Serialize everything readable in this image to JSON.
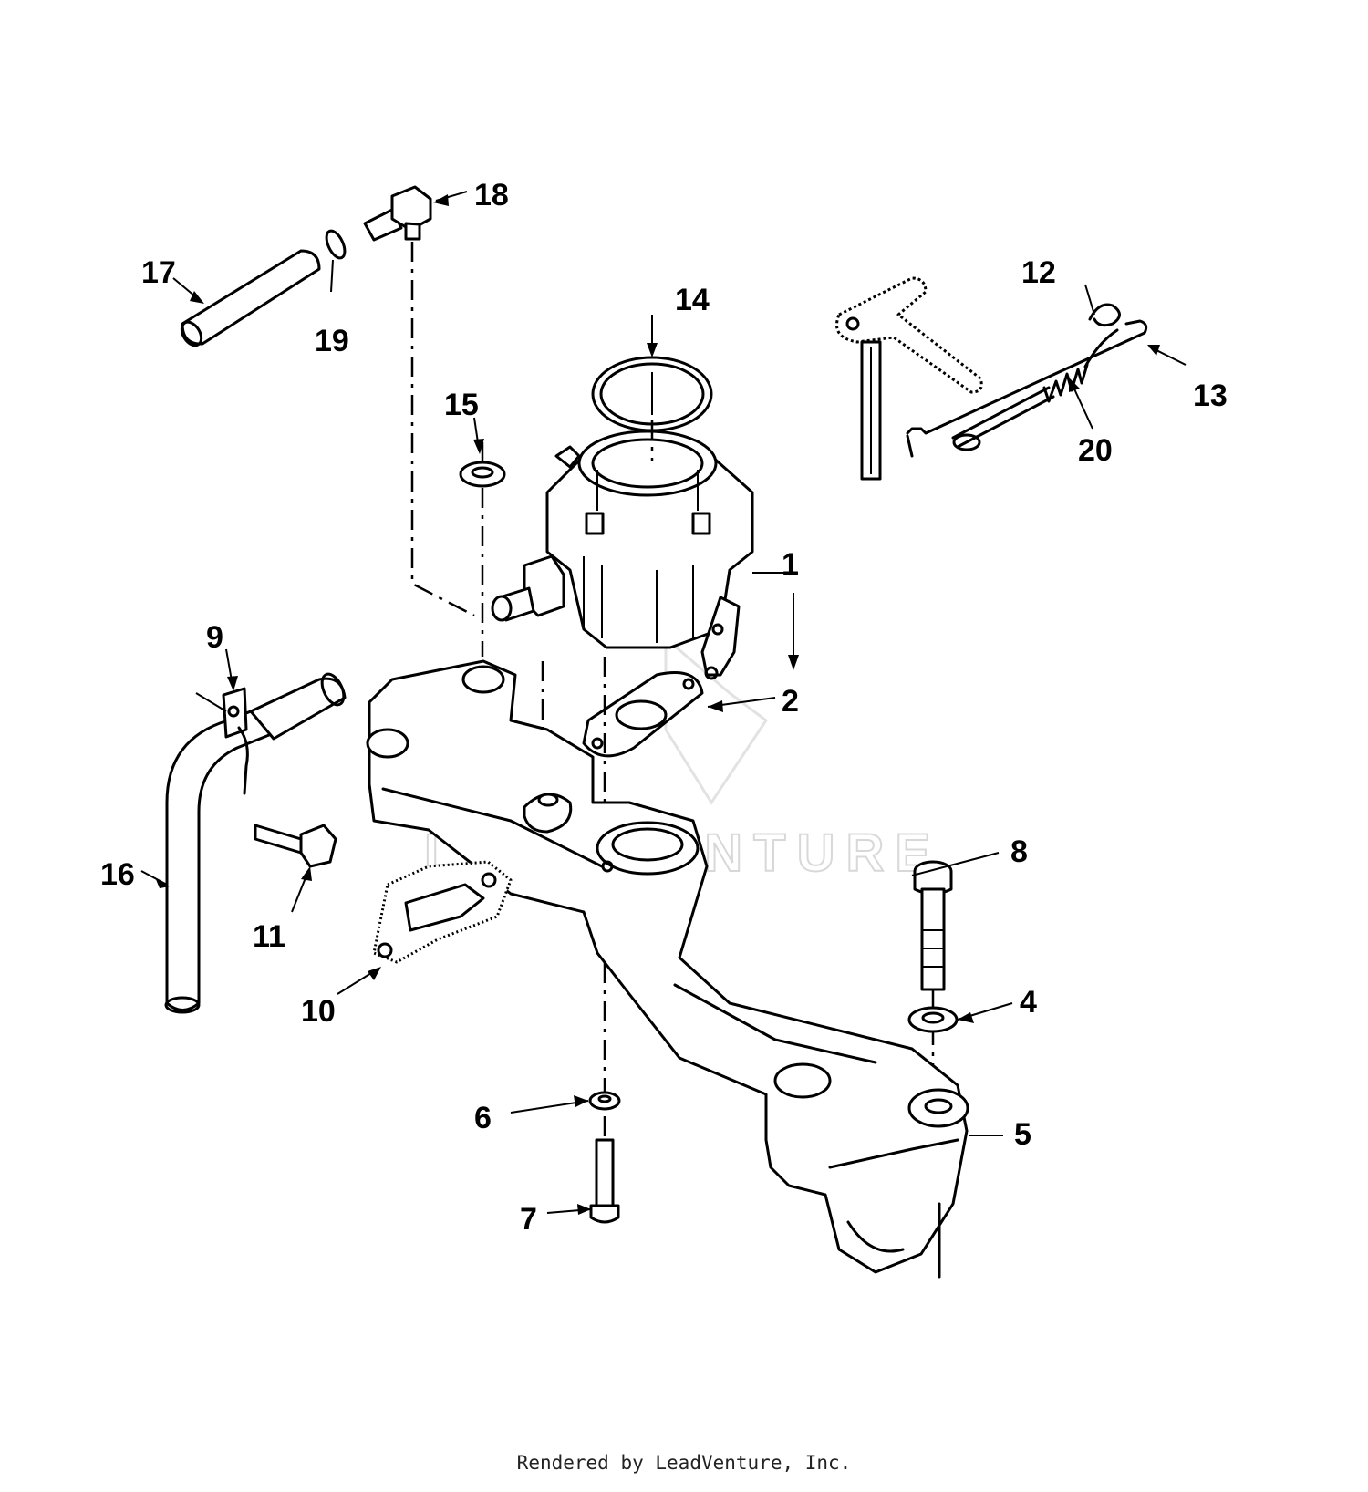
{
  "watermark": {
    "text": "LEADVENTURE"
  },
  "footer": {
    "credit": "Rendered by LeadVenture, Inc."
  },
  "callouts": [
    "1",
    "2",
    "4",
    "5",
    "6",
    "7",
    "8",
    "9",
    "10",
    "11",
    "12",
    "13",
    "14",
    "15",
    "16",
    "17",
    "18",
    "19",
    "20"
  ],
  "colors": {
    "ink": "#000000",
    "paper": "#ffffff",
    "watermark": "#d8d8d8"
  }
}
